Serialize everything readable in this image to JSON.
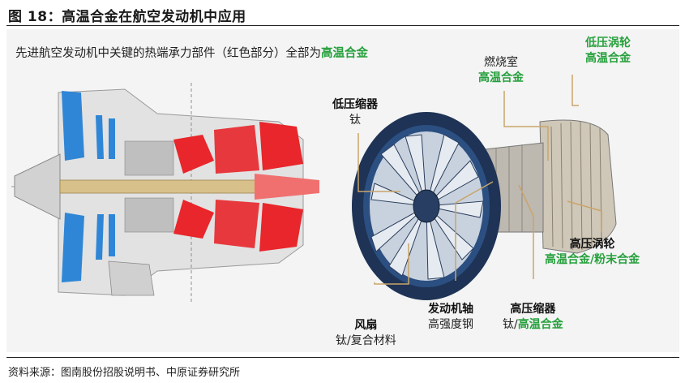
{
  "figure": {
    "title": "图 18：高温合金在航空发动机中应用",
    "subtitle_prefix": "先进航空发动机中关键的热端承力部件（红色部分）全部为",
    "subtitle_highlight": "高温合金"
  },
  "labels": {
    "lp_compressor": {
      "name": "低压缩器",
      "material": "钛"
    },
    "combustor": {
      "name": "燃烧室",
      "material": "高温合金"
    },
    "lp_turbine": {
      "name": "低压涡轮",
      "material": "高温合金"
    },
    "hp_turbine": {
      "name": "高压涡轮",
      "material": "高温合金/粉末合金"
    },
    "fan": {
      "name": "风扇",
      "material": "钛/复合材料"
    },
    "shaft": {
      "name": "发动机轴",
      "material": "高强度钢"
    },
    "hp_compressor": {
      "name": "高压缩器",
      "material_plain": "钛/",
      "material_highlight": "高温合金"
    }
  },
  "source": "资料来源：图南股份招股说明书、中原证券研究所",
  "colors": {
    "highlight": "#26a03c",
    "hot": "#e8262b",
    "cold": "#2f86d6",
    "leader": "#c9a56a"
  }
}
